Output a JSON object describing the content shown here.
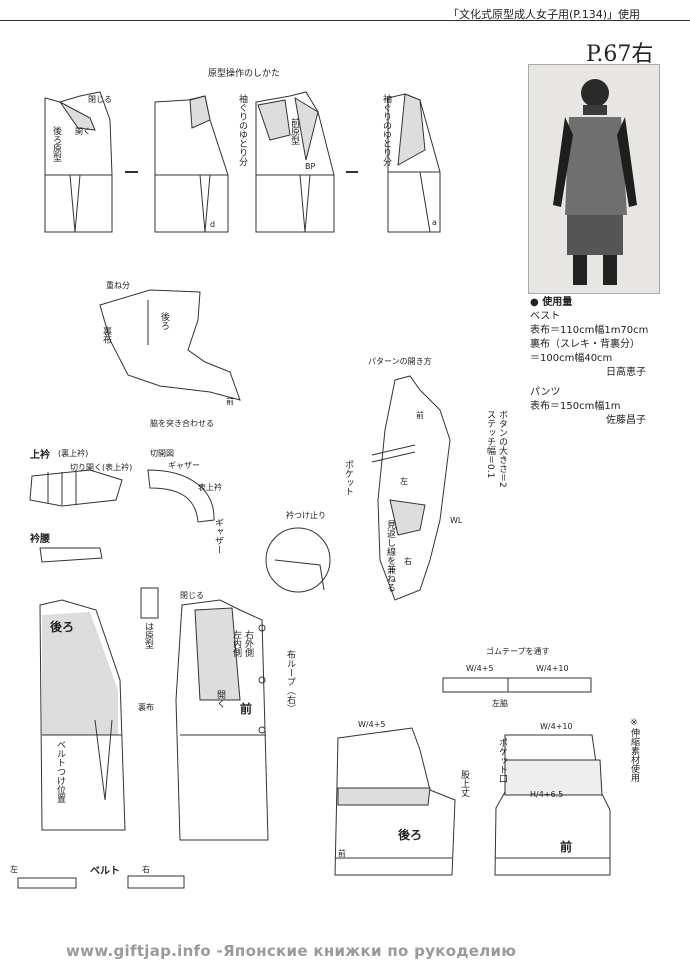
{
  "header": {
    "pattern_note": "「文化式原型成人女子用(P.134)」使用"
  },
  "page_ref": "P.67右",
  "section_title": "原型操作のしかた",
  "materials": {
    "heading": "● 使用量",
    "vest_label": "ベスト",
    "vest_outer": "表布＝110cm幅1m70cm",
    "vest_lining": "裏布（スレキ・背裏分）",
    "vest_lining_amount": "＝100cm幅40cm",
    "vest_author": "日高恵子",
    "pants_label": "パンツ",
    "pants_outer": "表布＝150cm幅1m",
    "pants_author": "佐藤昌子"
  },
  "diagram_labels": {
    "close1": "閉じる",
    "open1": "開く",
    "back_block": "後ろ原型",
    "armhole_ease": "袖ぐりのゆとり分",
    "front_block": "前原型",
    "bp": "BP",
    "d": "d",
    "a": "a",
    "overlap": "重ね分",
    "lining": "裏布",
    "back": "後ろ",
    "front": "前",
    "side_note": "脇を突き合わせる",
    "pattern_how": "パターンの開き方",
    "button_size": "ボタンの大きさ＝2",
    "stitch_width": "ステッチ幅＝0.1",
    "pocket": "ポケット",
    "left": "左",
    "right": "右",
    "wl": "WL",
    "facing_note": "見返し線を兼ねる",
    "upper_collar": "上衿",
    "upper_collar_note": "(裏上衿)",
    "cut_open": "切り開く(表上衿)",
    "cut_diagram": "切開図",
    "gather": "ギャザー",
    "outer_collar": "表上衿",
    "gather2": "ギャザー",
    "collar_stop": "衿つけ止り",
    "collar_stand": "衿腰",
    "close2": "閉じる",
    "ha_block": "は原型",
    "back_big": "後ろ",
    "back_lining": "裏布",
    "belt_position": "ベルトつけ位置",
    "left_inner": "左内側",
    "right_outer": "右外側",
    "open2": "開く",
    "front_big": "前",
    "loop_note": "布ループ（右）",
    "belt": "ベルト",
    "elastic_note": "ゴムテープを通す",
    "left_side": "左脇",
    "w4_5": "W/4+5",
    "w4_10": "W/4+10",
    "h4_65": "H/4+6.5",
    "pocket_mouth": "ポケット口",
    "rise": "股上丈",
    "stretch_note": "※伸縮素材使用"
  },
  "footer": "www.giftjap.info -Японские книжки по рукоделию"
}
